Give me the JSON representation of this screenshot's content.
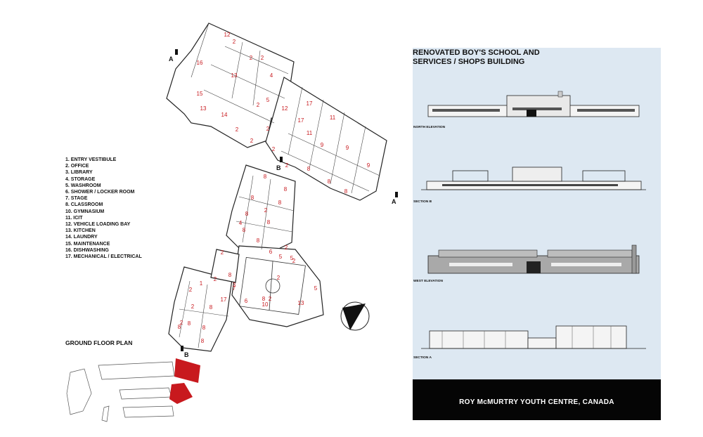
{
  "legend": {
    "items": [
      "1. ENTRY VESTIBULE",
      "2. OFFICE",
      "3. LIBRARY",
      "4. STORAGE",
      "5. WASHROOM",
      "6. SHOWER / LOCKER ROOM",
      "7. STAGE",
      "8. CLASSROOM",
      "10. GYMNASIUM",
      "11. ICIT",
      "12. VEHICLE LOADING BAY",
      "13. KITCHEN",
      "14. LAUNDRY",
      "15. MAINTENANCE",
      "16. DISHWASHING",
      "17. MECHANICAL / ELECTRICAL"
    ]
  },
  "plan": {
    "title": "GROUND FLOOR PLAN",
    "section_a": "A",
    "section_b": "B",
    "room_numbers": [
      "12",
      "2",
      "16",
      "13",
      "4",
      "2",
      "2",
      "15",
      "13",
      "14",
      "2",
      "12",
      "17",
      "11",
      "17",
      "11",
      "9",
      "9",
      "9",
      "2",
      "2",
      "2",
      "2",
      "5",
      "8",
      "8",
      "8",
      "2",
      "8",
      "8",
      "8",
      "8",
      "2",
      "8",
      "8",
      "8",
      "4",
      "8",
      "2",
      "17",
      "1",
      "3",
      "2",
      "2",
      "8",
      "8",
      "8",
      "8",
      "8",
      "8",
      "2",
      "6",
      "10",
      "13",
      "2",
      "7",
      "5",
      "6",
      "5",
      "2",
      "2",
      "8",
      "2",
      "5",
      "2",
      "6"
    ],
    "accent_color": "#c8191e"
  },
  "panel": {
    "title_line1": "RENOVATED BOY'S SCHOOL AND",
    "title_line2": "SERVICES / SHOPS BUILDING",
    "elevations": [
      {
        "label": "NORTH ELEVATION"
      },
      {
        "label": "SECTION B"
      },
      {
        "label": "WEST ELEVATION"
      },
      {
        "label": "SECTION A"
      }
    ],
    "footer": "ROY McMURTRY YOUTH CENTRE, CANADA",
    "background_color": "#dde8f2"
  }
}
